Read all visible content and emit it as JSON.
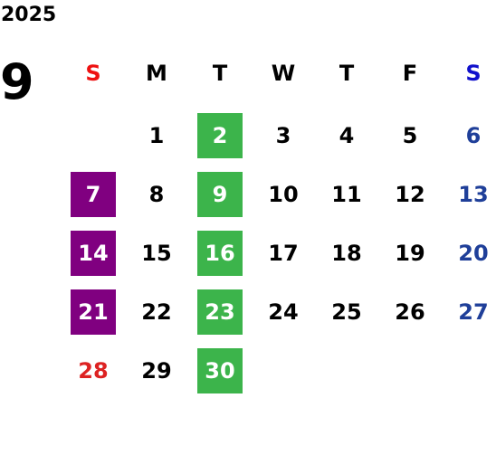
{
  "calendar": {
    "year": "2025",
    "month": "9",
    "weekdays": [
      {
        "label": "S",
        "color": "#ee1111"
      },
      {
        "label": "M",
        "color": "#000000"
      },
      {
        "label": "T",
        "color": "#000000"
      },
      {
        "label": "W",
        "color": "#000000"
      },
      {
        "label": "T",
        "color": "#000000"
      },
      {
        "label": "F",
        "color": "#000000"
      },
      {
        "label": "S",
        "color": "#1111cc"
      }
    ],
    "weeks": [
      [
        {
          "day": "",
          "color": "#000000",
          "highlight": ""
        },
        {
          "day": "1",
          "color": "#000000",
          "highlight": ""
        },
        {
          "day": "2",
          "color": "#ffffff",
          "highlight": "green"
        },
        {
          "day": "3",
          "color": "#000000",
          "highlight": ""
        },
        {
          "day": "4",
          "color": "#000000",
          "highlight": ""
        },
        {
          "day": "5",
          "color": "#000000",
          "highlight": ""
        },
        {
          "day": "6",
          "color": "#1f3f99",
          "highlight": ""
        }
      ],
      [
        {
          "day": "7",
          "color": "#ffffff",
          "highlight": "purple"
        },
        {
          "day": "8",
          "color": "#000000",
          "highlight": ""
        },
        {
          "day": "9",
          "color": "#ffffff",
          "highlight": "green"
        },
        {
          "day": "10",
          "color": "#000000",
          "highlight": ""
        },
        {
          "day": "11",
          "color": "#000000",
          "highlight": ""
        },
        {
          "day": "12",
          "color": "#000000",
          "highlight": ""
        },
        {
          "day": "13",
          "color": "#1f3f99",
          "highlight": ""
        }
      ],
      [
        {
          "day": "14",
          "color": "#ffffff",
          "highlight": "purple"
        },
        {
          "day": "15",
          "color": "#000000",
          "highlight": ""
        },
        {
          "day": "16",
          "color": "#ffffff",
          "highlight": "green"
        },
        {
          "day": "17",
          "color": "#000000",
          "highlight": ""
        },
        {
          "day": "18",
          "color": "#000000",
          "highlight": ""
        },
        {
          "day": "19",
          "color": "#000000",
          "highlight": ""
        },
        {
          "day": "20",
          "color": "#1f3f99",
          "highlight": ""
        }
      ],
      [
        {
          "day": "21",
          "color": "#ffffff",
          "highlight": "purple"
        },
        {
          "day": "22",
          "color": "#000000",
          "highlight": ""
        },
        {
          "day": "23",
          "color": "#ffffff",
          "highlight": "green"
        },
        {
          "day": "24",
          "color": "#000000",
          "highlight": ""
        },
        {
          "day": "25",
          "color": "#000000",
          "highlight": ""
        },
        {
          "day": "26",
          "color": "#000000",
          "highlight": ""
        },
        {
          "day": "27",
          "color": "#1f3f99",
          "highlight": ""
        }
      ],
      [
        {
          "day": "28",
          "color": "#dd2222",
          "highlight": ""
        },
        {
          "day": "29",
          "color": "#000000",
          "highlight": ""
        },
        {
          "day": "30",
          "color": "#ffffff",
          "highlight": "green"
        },
        {
          "day": "",
          "color": "#000000",
          "highlight": ""
        },
        {
          "day": "",
          "color": "#000000",
          "highlight": ""
        },
        {
          "day": "",
          "color": "#000000",
          "highlight": ""
        },
        {
          "day": "",
          "color": "#000000",
          "highlight": ""
        }
      ]
    ],
    "highlight_colors": {
      "purple": "#800080",
      "green": "#3cb44b"
    }
  }
}
